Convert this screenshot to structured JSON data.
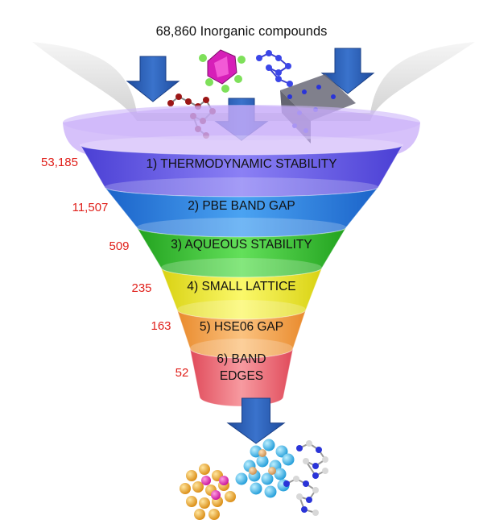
{
  "title": "68,860 Inorganic compounds",
  "stages": [
    {
      "label": "1) THERMODYNAMIC STABILITY",
      "count": "53,185"
    },
    {
      "label": "2) PBE BAND GAP",
      "count": "11,507"
    },
    {
      "label": "3) AQUEOUS STABILITY",
      "count": "509"
    },
    {
      "label": "4) SMALL LATTICE",
      "count": "235"
    },
    {
      "label": "5) HSE06 GAP",
      "count": "163"
    },
    {
      "label": "6) BAND",
      "label_line2": "EDGES",
      "count": "52"
    }
  ],
  "colors": {
    "stage1": "#7b6ff0",
    "stage2": "#2f8de8",
    "stage3": "#3fcc3a",
    "stage4": "#f2ef2a",
    "stage5": "#f6a54a",
    "stage6": "#ef6e78",
    "rim": "#b48ef5",
    "arrow": "#2a5db5",
    "count_text": "#e0201b"
  },
  "icons": [
    "down-arrow-icon",
    "crystal-structure-icon",
    "molecule-icon"
  ]
}
